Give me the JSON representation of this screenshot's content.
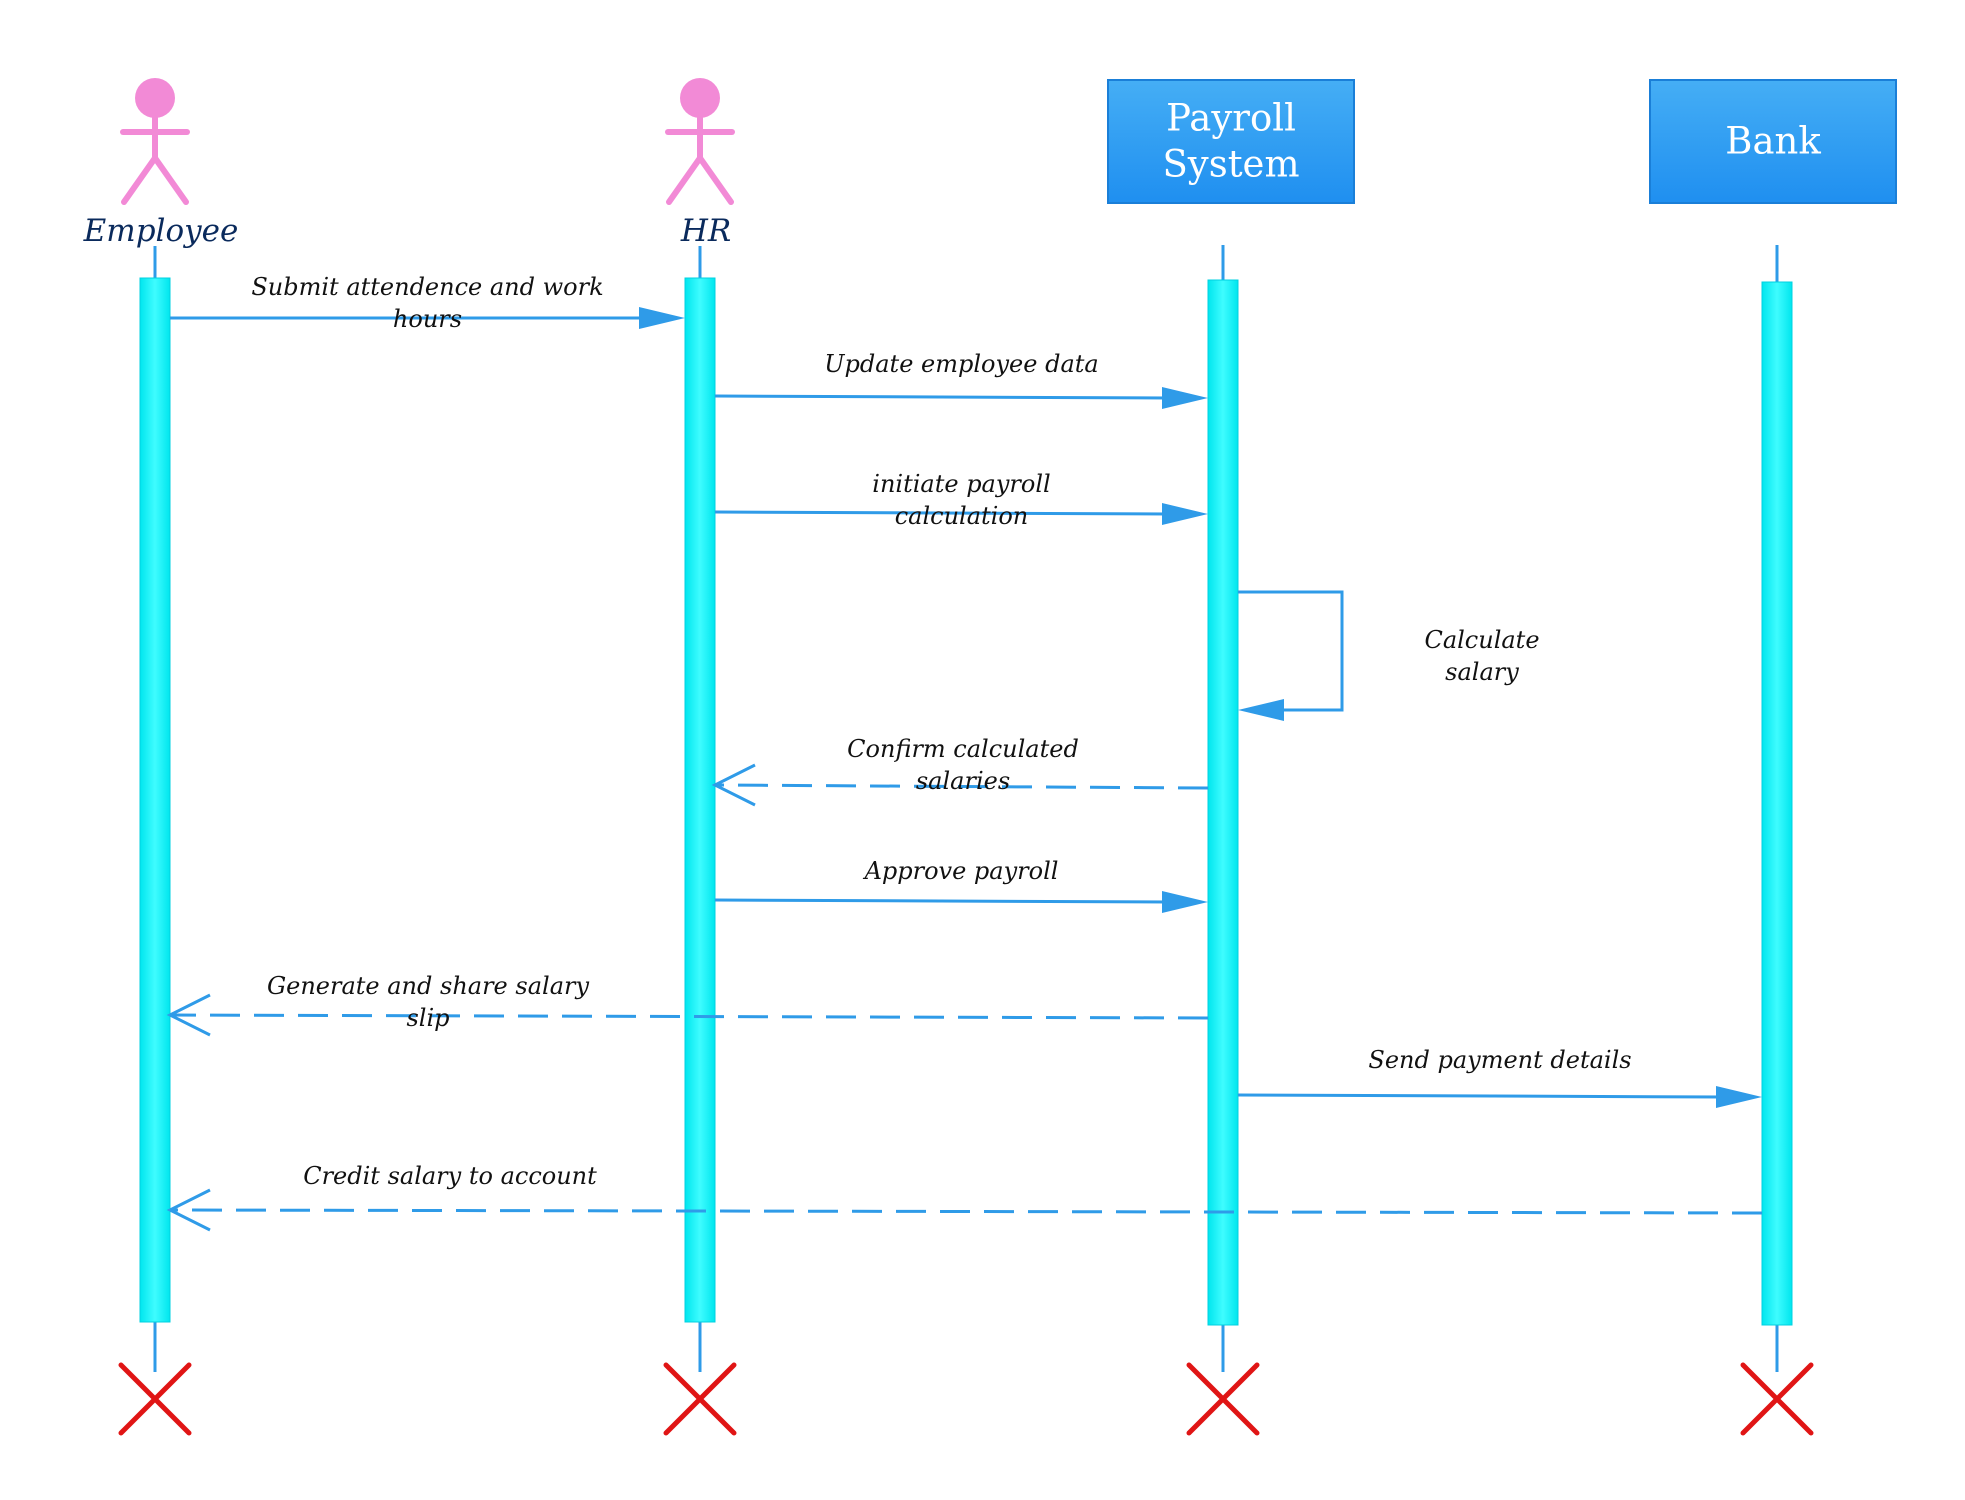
{
  "colors": {
    "actor": "#f28ad6",
    "actor_label": "#0a2a5c",
    "box_fill_top": "#45aef5",
    "box_fill_bottom": "#1f8ff0",
    "box_border": "#1a7fd8",
    "lifeline": "#2f9be8",
    "activation": "#00f5f5",
    "activation_edge": "#00d0e0",
    "message": "#2f9be8",
    "destroy": "#e01515",
    "text": "#111111"
  },
  "participants": [
    {
      "id": "employee",
      "type": "actor",
      "label": "Employee",
      "icon": "stick-figure-icon"
    },
    {
      "id": "hr",
      "type": "actor",
      "label": "HR",
      "icon": "stick-figure-icon"
    },
    {
      "id": "payroll",
      "type": "object",
      "label_lines": [
        "Payroll",
        "System"
      ]
    },
    {
      "id": "bank",
      "type": "object",
      "label_lines": [
        "Bank"
      ]
    }
  ],
  "messages": [
    {
      "from": "employee",
      "to": "hr",
      "kind": "sync",
      "label_lines": [
        "Submit attendence and work",
        "hours"
      ]
    },
    {
      "from": "hr",
      "to": "payroll",
      "kind": "sync",
      "label_lines": [
        "Update employee data"
      ]
    },
    {
      "from": "hr",
      "to": "payroll",
      "kind": "sync",
      "label_lines": [
        "initiate payroll",
        "calculation"
      ]
    },
    {
      "from": "payroll",
      "to": "payroll",
      "kind": "self",
      "label_lines": [
        "Calculate",
        "salary"
      ]
    },
    {
      "from": "payroll",
      "to": "hr",
      "kind": "reply",
      "label_lines": [
        "Confirm calculated",
        "salaries"
      ]
    },
    {
      "from": "hr",
      "to": "payroll",
      "kind": "sync",
      "label_lines": [
        "Approve payroll"
      ]
    },
    {
      "from": "payroll",
      "to": "employee",
      "kind": "reply",
      "label_lines": [
        "Generate and share salary",
        "slip"
      ]
    },
    {
      "from": "payroll",
      "to": "bank",
      "kind": "sync",
      "label_lines": [
        "Send payment details"
      ]
    },
    {
      "from": "bank",
      "to": "employee",
      "kind": "reply",
      "label_lines": [
        "Credit salary to account"
      ]
    }
  ],
  "destroy_icon": "x-cross-icon"
}
